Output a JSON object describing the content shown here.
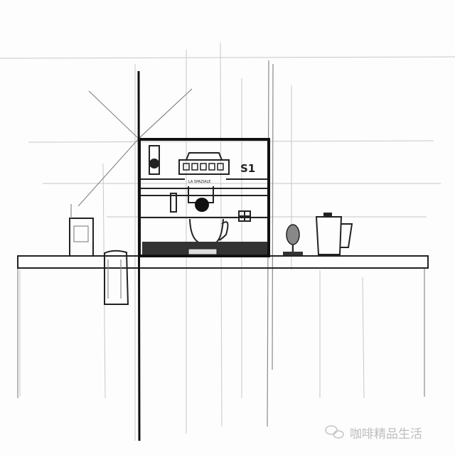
{
  "machine": {
    "brand_label": "LA SPAZIALE",
    "model_label": "S1"
  },
  "watermark": {
    "text": "咖啡精品生活",
    "icon": "wechat-icon"
  }
}
